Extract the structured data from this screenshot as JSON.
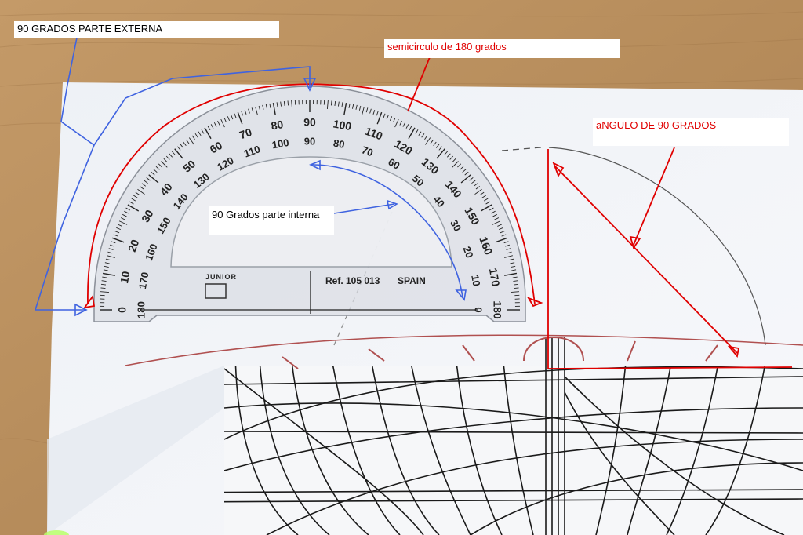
{
  "annotations": {
    "external_label": "90 GRADOS PARTE EXTERNA",
    "semicircle_label": "semicirculo de 180 grados",
    "right_angle_label": "aNGULO DE 90 GRADOS",
    "internal_label": "90 Grados parte interna"
  },
  "protractor": {
    "outer_scale": [
      "0",
      "10",
      "20",
      "30",
      "40",
      "50",
      "60",
      "70",
      "80",
      "90",
      "100",
      "110",
      "120",
      "130",
      "140",
      "150",
      "160",
      "170",
      "180"
    ],
    "inner_scale": [
      "180",
      "170",
      "160",
      "150",
      "140",
      "130",
      "120",
      "110",
      "100",
      "90",
      "80",
      "70",
      "60",
      "50",
      "40",
      "30",
      "20",
      "10",
      "0"
    ],
    "brand": "JUNIOR",
    "reference": "Ref. 105 013",
    "country": "SPAIN"
  },
  "colors": {
    "annotation_red": "#e00000",
    "annotation_blue": "#3f63e0",
    "wood": "#b98f5f",
    "paper": "#f4f6fa",
    "drawing_ink": "#1a1a1a"
  }
}
